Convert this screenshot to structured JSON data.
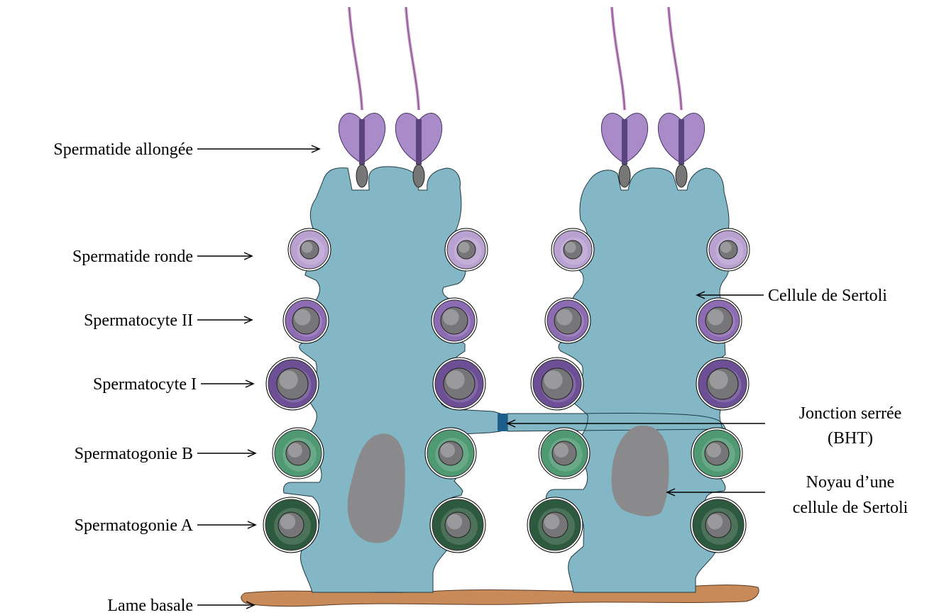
{
  "labels": {
    "spermatide_allongee": "Spermatide allongée",
    "spermatide_ronde": "Spermatide ronde",
    "spermatocyte_ii": "Spermatocyte II",
    "spermatocyte_i": "Spermatocyte I",
    "spermatogonie_b": "Spermatogonie B",
    "spermatogonie_a": "Spermatogonie A",
    "lame_basale": "Lame basale",
    "cellule_sertoli": "Cellule de Sertoli",
    "jonction_line1": "Jonction serrée",
    "jonction_line2": "(BHT)",
    "noyau_line1": "Noyau d’une",
    "noyau_line2": "cellule de Sertoli"
  },
  "colors": {
    "sertoli": "#83b7c6",
    "sertoli_nucleus": "#8a8a8c",
    "basal_lamina": "#c98a5a",
    "tight_junction": "#1d5e8c",
    "spermatogonia_a": "#2d5a3e",
    "spermatogonia_b": "#4f9a72",
    "spermatocyte_i": "#6d4f96",
    "spermatocyte_ii": "#8e6cb3",
    "spermatid_round": "#b9a2d2",
    "spermatid_elongated": "#a88bc8",
    "flagellum": "#c98fc0",
    "cell_nucleus": "#767678"
  }
}
